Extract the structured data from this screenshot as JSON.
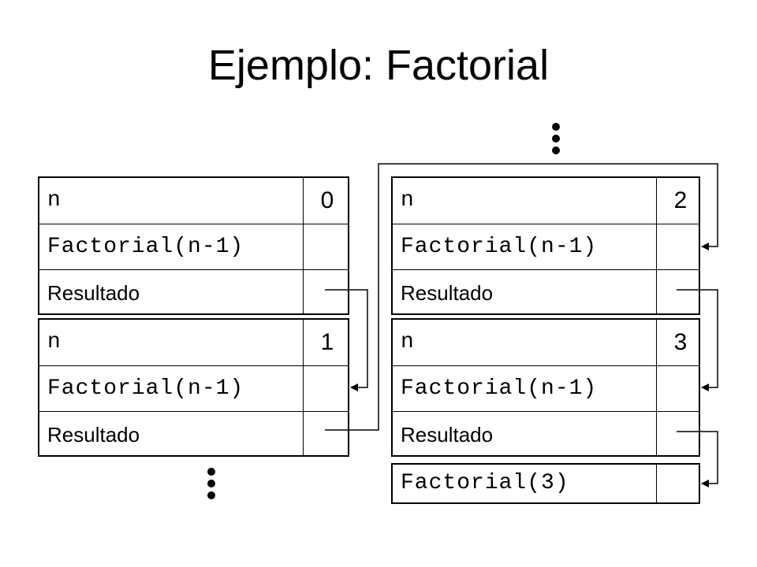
{
  "title": "Ejemplo: Factorial",
  "frames": [
    {
      "id": "frame-n0",
      "rows": [
        {
          "label": "n",
          "value": "0"
        },
        {
          "label": "Factorial(n-1)",
          "value": ""
        },
        {
          "label": "Resultado",
          "value": ""
        }
      ]
    },
    {
      "id": "frame-n1",
      "rows": [
        {
          "label": "n",
          "value": "1"
        },
        {
          "label": "Factorial(n-1)",
          "value": ""
        },
        {
          "label": "Resultado",
          "value": ""
        }
      ]
    },
    {
      "id": "frame-n2",
      "rows": [
        {
          "label": "n",
          "value": "2"
        },
        {
          "label": "Factorial(n-1)",
          "value": ""
        },
        {
          "label": "Resultado",
          "value": ""
        }
      ]
    },
    {
      "id": "frame-n3",
      "rows": [
        {
          "label": "n",
          "value": "3"
        },
        {
          "label": "Factorial(n-1)",
          "value": ""
        },
        {
          "label": "Resultado",
          "value": ""
        }
      ]
    }
  ],
  "call": {
    "label": "Factorial(3)",
    "value": ""
  }
}
